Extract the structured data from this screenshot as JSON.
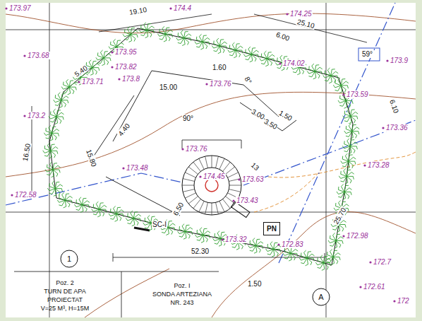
{
  "diagram": {
    "nodes": [
      {
        "text": [
          "1"
        ]
      },
      {
        "text": [
          "PN"
        ]
      },
      {
        "text": [
          "A"
        ]
      },
      {
        "text": [
          "Poz. 2",
          "TURN DE APA",
          "PROIECTAT",
          "V=25 M³, H=15M"
        ]
      },
      {
        "text": [
          "Poz. I",
          "SONDA ARTEZIANA",
          "NR. 243"
        ]
      }
    ],
    "labels": [
      "173.97",
      "174.4",
      "174.25",
      "19.10",
      "25.10",
      "173.68",
      "173.95",
      "5.40",
      "173.82",
      "1.60",
      "174.02",
      "6.00",
      "59°",
      "173.9",
      "173.71",
      "173.8",
      "15.00",
      "173.76",
      "8°",
      "173.2",
      "4.40",
      "90°",
      "3.00",
      "3.50",
      "1.50",
      "173.59",
      "6.10",
      "173.36",
      "16.50",
      "15.80",
      "173.76",
      "173.48",
      "174.45",
      "173.63",
      "13",
      "173.28",
      "172.58",
      "6.50",
      "173.43",
      "SC-I",
      "173.32",
      "172.83",
      "25.70",
      "172.98",
      "172.7",
      "52.30",
      "1.50",
      "172.61",
      "172"
    ]
  }
}
